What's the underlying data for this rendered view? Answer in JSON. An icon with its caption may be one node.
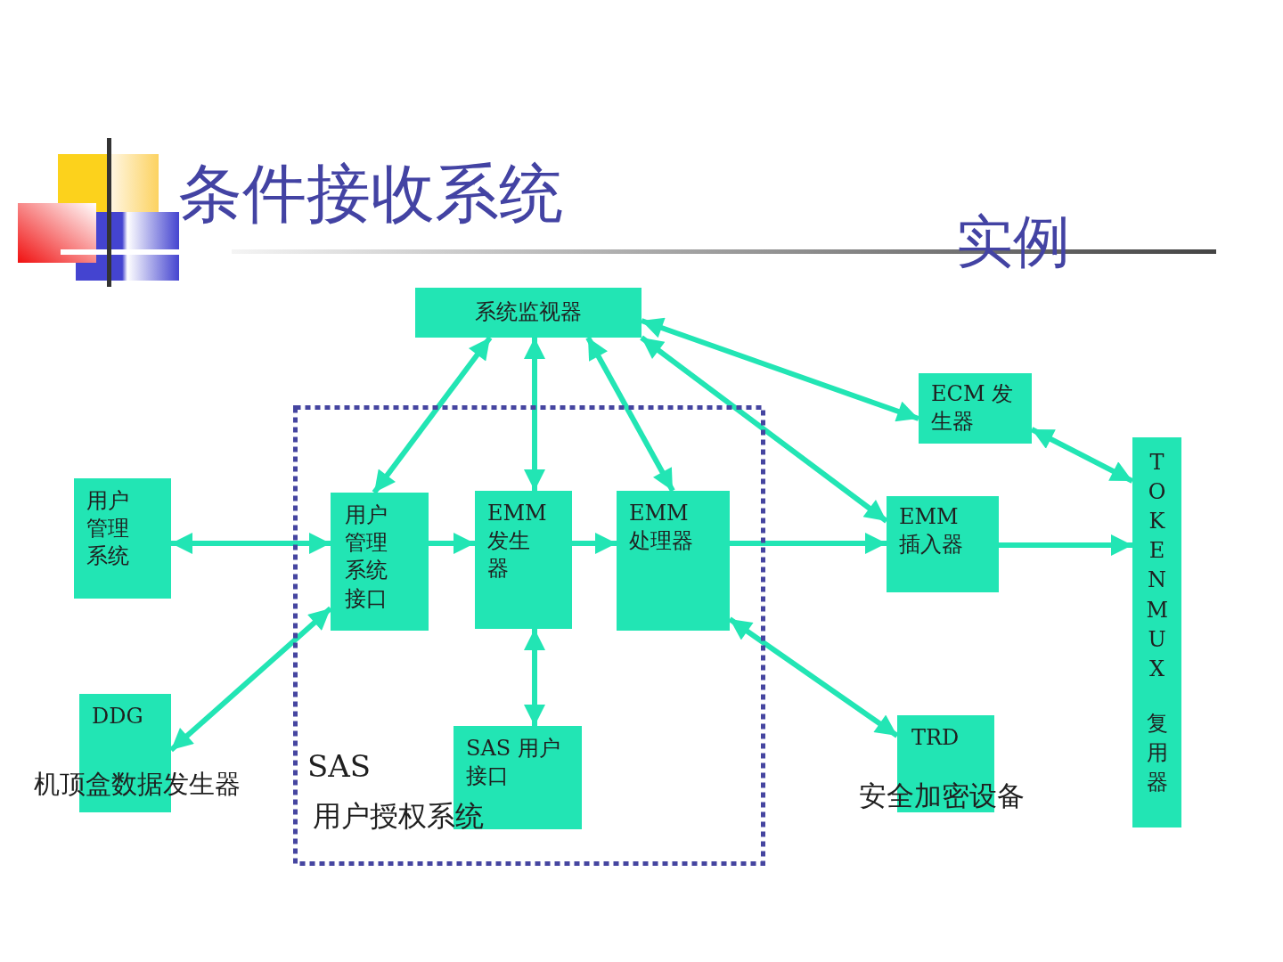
{
  "diagram": {
    "title": "条件接收系统",
    "nodes": [
      {
        "text": [
          "系统监视器"
        ]
      },
      {
        "text": [
          "SAS",
          "用户授权系统"
        ]
      },
      {
        "text": [
          "用户管理系统"
        ]
      },
      {
        "text": [
          "用户管理系统接口"
        ],
        "in": 1
      },
      {
        "text": [
          "EMM 发生器"
        ],
        "in": 1
      },
      {
        "text": [
          "EMM 处理器"
        ],
        "in": 1
      },
      {
        "text": [
          "SAS 用户接口"
        ],
        "in": 1
      },
      {
        "text": [
          "DDG",
          "机顶盒数据发生器"
        ]
      },
      {
        "text": [
          "ECM 发生器"
        ]
      },
      {
        "text": [
          "EMM 插入器"
        ]
      },
      {
        "text": [
          "TRD",
          "安全加密设备"
        ]
      },
      {
        "text": [
          "TOKENMUX",
          "复用器"
        ]
      }
    ],
    "edges": [
      {
        "from": 0,
        "to": 3,
        "arrow": "both"
      },
      {
        "from": 0,
        "to": 4,
        "arrow": "both"
      },
      {
        "from": 0,
        "to": 5,
        "arrow": "both"
      },
      {
        "from": 0,
        "to": 8,
        "arrow": "both"
      },
      {
        "from": 0,
        "to": 9,
        "arrow": "both"
      },
      {
        "from": 2,
        "to": 3,
        "arrow": "both"
      },
      {
        "from": 7,
        "to": 3,
        "arrow": "both"
      },
      {
        "from": 3,
        "to": 4,
        "arrow": "to"
      },
      {
        "from": 4,
        "to": 5,
        "arrow": "to"
      },
      {
        "from": 4,
        "to": 6,
        "arrow": "both"
      },
      {
        "from": 5,
        "to": 9,
        "arrow": "to"
      },
      {
        "from": 5,
        "to": 10,
        "arrow": "both"
      },
      {
        "from": 8,
        "to": 11,
        "arrow": "both"
      },
      {
        "from": 9,
        "to": 11,
        "arrow": "to"
      }
    ],
    "labels": [
      "实例"
    ]
  }
}
